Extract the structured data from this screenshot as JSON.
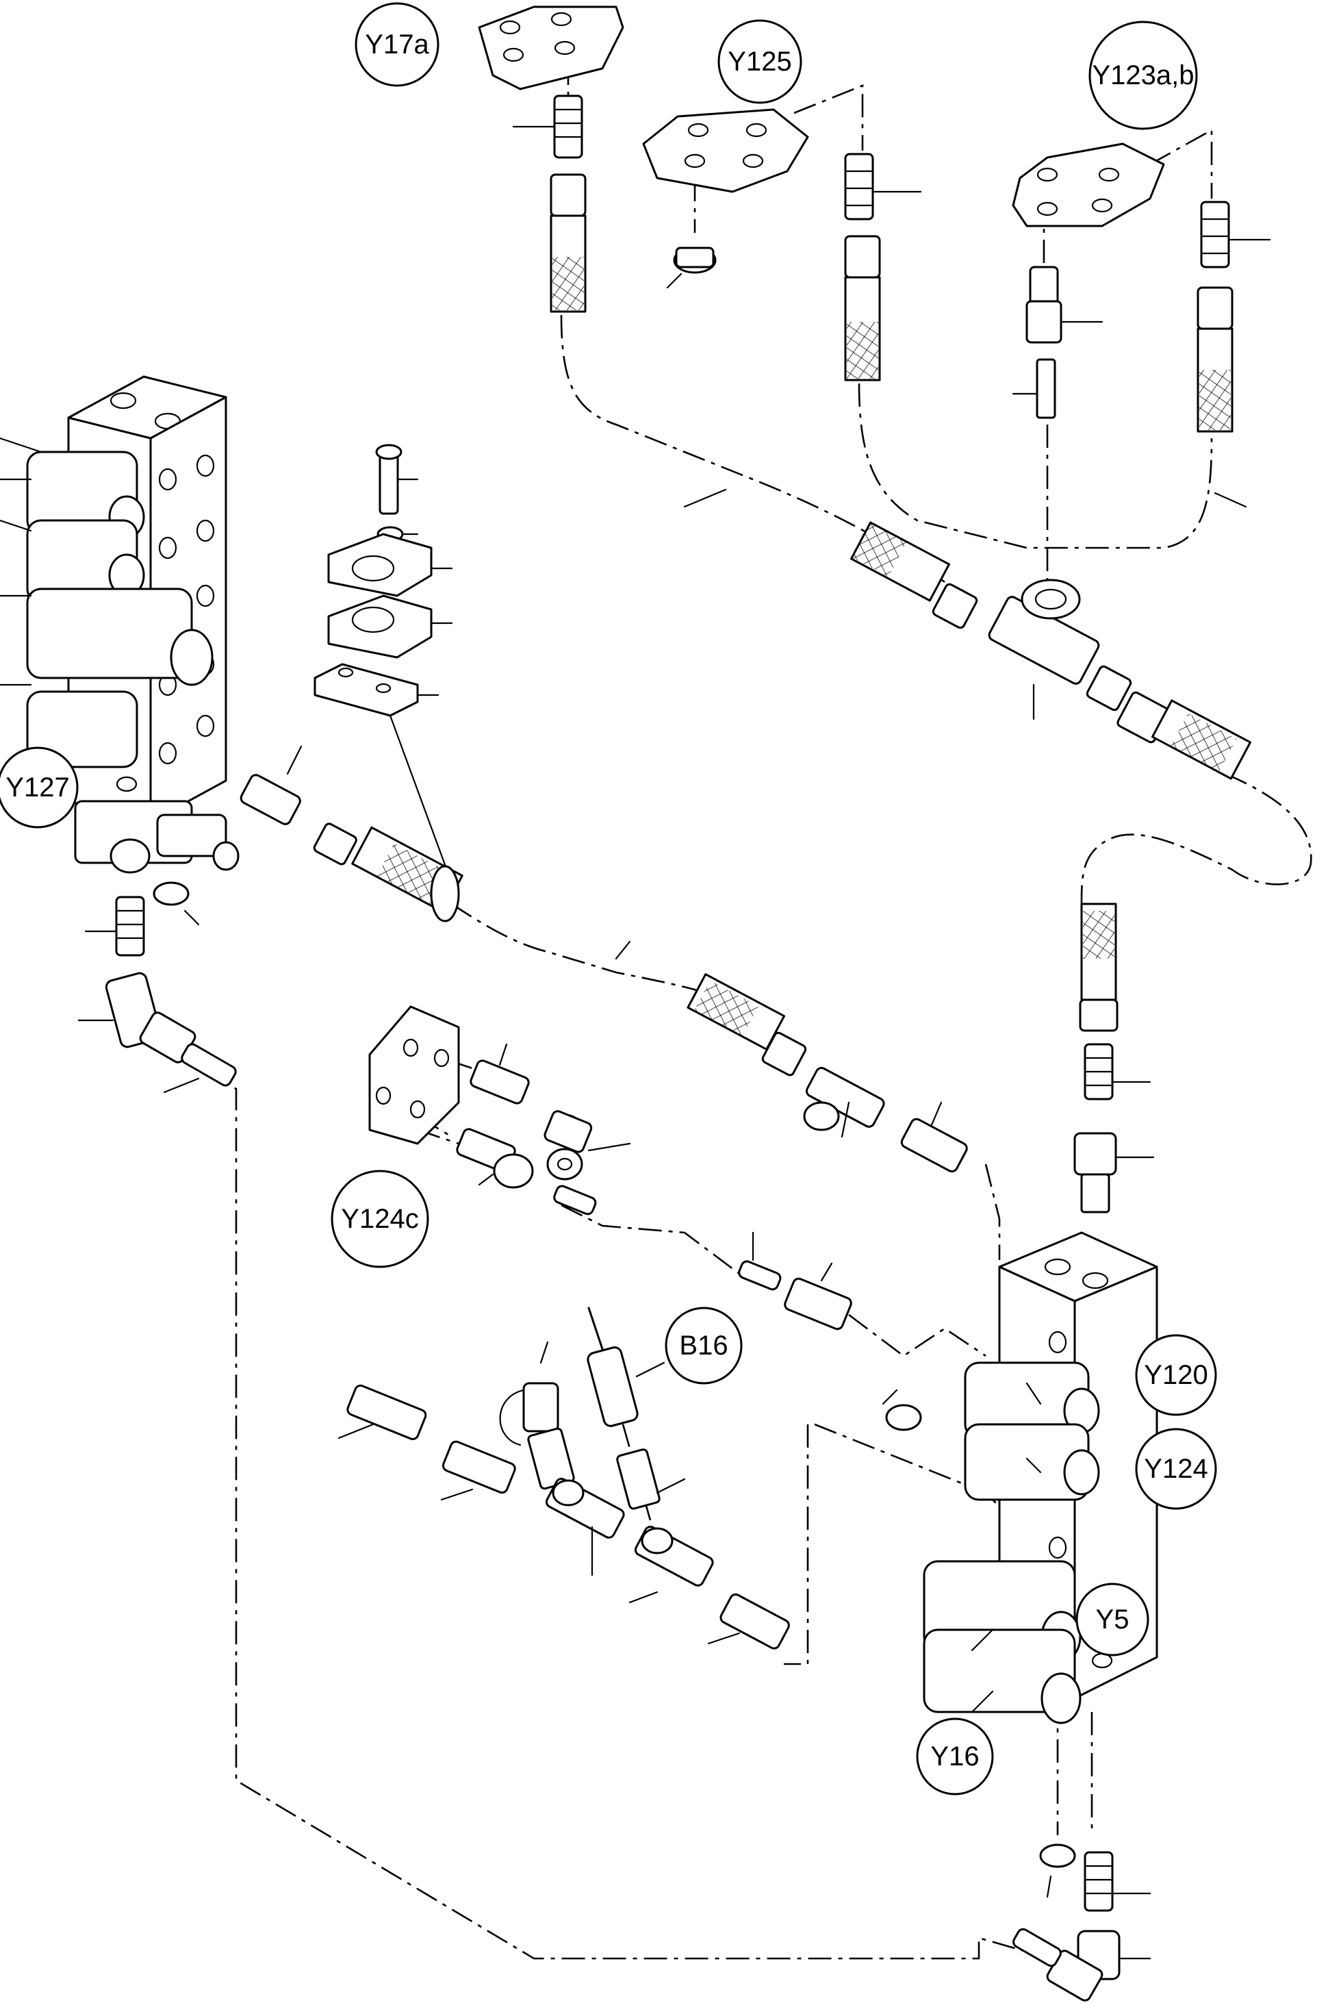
{
  "labels": {
    "y17a": "Y17a",
    "y125": "Y125",
    "y123ab": "Y123a,b",
    "y127": "Y127",
    "y124c": "Y124c",
    "b16": "B16",
    "y120": "Y120",
    "y124": "Y124",
    "y5": "Y5",
    "y16": "Y16"
  }
}
